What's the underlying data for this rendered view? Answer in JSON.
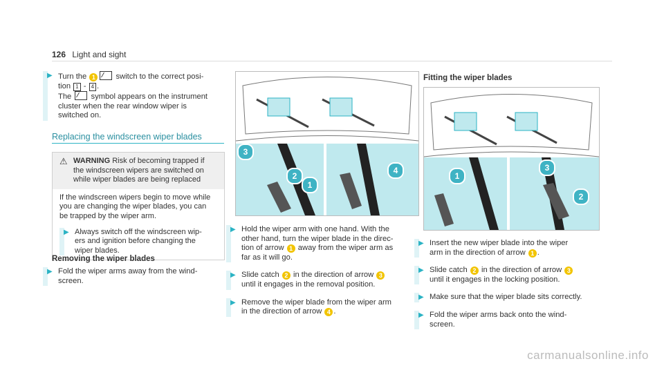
{
  "header": {
    "page_number": "126",
    "title": "Light and sight"
  },
  "col1": {
    "step1": {
      "p1": "Turn the ",
      "badge": "1",
      "p2": " switch to the correct posi-",
      "l2a": "tion ",
      "k1": "1",
      "dash": " - ",
      "k2": "4",
      "l2b": ".",
      "l3a": "The ",
      "l3b": " symbol appears on the instrument",
      "l4": "cluster when the rear window wiper is",
      "l5": "switched on."
    },
    "section_title": "Replacing the windscreen wiper blades",
    "warning": {
      "icon": "warning-triangle-icon",
      "label": "WARNING",
      "t1": " Risk of becoming trapped if",
      "t2": "the windscreen wipers are switched on",
      "t3": "while wiper blades are being replaced",
      "b1": "If the windscreen wipers begin to move while",
      "b2": "you are changing the wiper blades, you can",
      "b3": "be trapped by the wiper arm.",
      "s1": "Always switch off the windscreen wip-",
      "s2": "ers and ignition before changing the",
      "s3": "wiper blades."
    },
    "removing_title": "Removing the wiper blades",
    "fold1": "Fold the wiper arms away from the wind-",
    "fold2": "screen."
  },
  "col2": {
    "callouts": [
      "3",
      "2",
      "1",
      "4"
    ],
    "s1": [
      "Hold the wiper arm with one hand. With the",
      "other hand, turn the wiper blade in the direc-",
      "tion of arrow ",
      " away from the wiper arm as",
      "far as it will go."
    ],
    "s1_badge": "1",
    "s2": [
      "Slide catch ",
      " in the direction of arrow ",
      "until it engages in the removal position."
    ],
    "s2_badges": [
      "2",
      "3"
    ],
    "s3": [
      "Remove the wiper blade from the wiper arm",
      "in the direction of arrow ",
      "."
    ],
    "s3_badge": "4"
  },
  "col3": {
    "title": "Fitting the wiper blades",
    "callouts": [
      "1",
      "3",
      "2"
    ],
    "s1": [
      "Insert the new wiper blade into the wiper",
      "arm in the direction of arrow ",
      "."
    ],
    "s1_badge": "1",
    "s2": [
      "Slide catch ",
      " in the direction of arrow ",
      "until it engages in the locking position."
    ],
    "s2_badges": [
      "2",
      "3"
    ],
    "s3": "Make sure that the wiper blade sits correctly.",
    "s4": [
      "Fold the wiper arms back onto the wind-",
      "screen."
    ]
  },
  "watermark": "carmanualsonline.info",
  "colors": {
    "accent": "#2bb3c4",
    "badge": "#f2c400",
    "panel": "#bfe9ee"
  }
}
